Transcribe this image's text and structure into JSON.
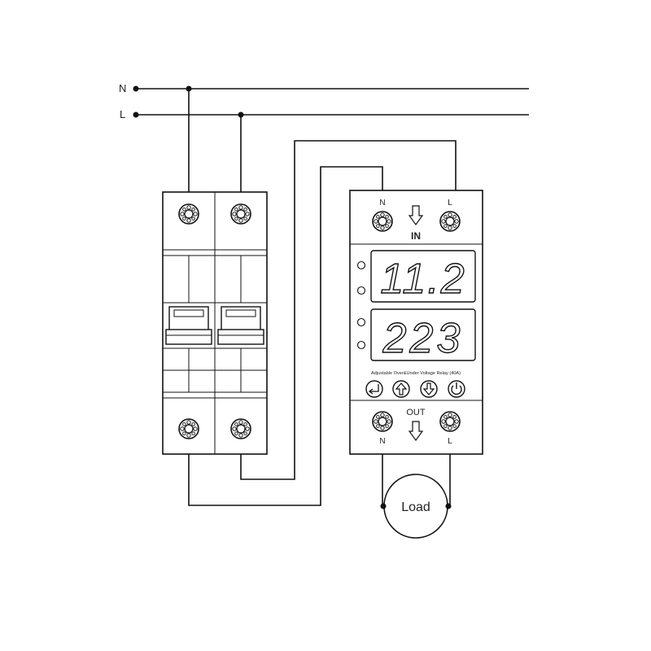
{
  "lines": {
    "neutral_label": "N",
    "live_label": "L"
  },
  "relay": {
    "in_n_label": "N",
    "in_l_label": "L",
    "in_label": "IN",
    "display_current": "11.2",
    "display_voltage": "223",
    "caption": "Adjustable Over&Under Voltage Relay (40A)",
    "out_label": "OUT",
    "out_n_label": "N",
    "out_l_label": "L"
  },
  "load": {
    "label": "Load"
  },
  "colors": {
    "line": "#111111",
    "display_bg": "#ffffff"
  }
}
